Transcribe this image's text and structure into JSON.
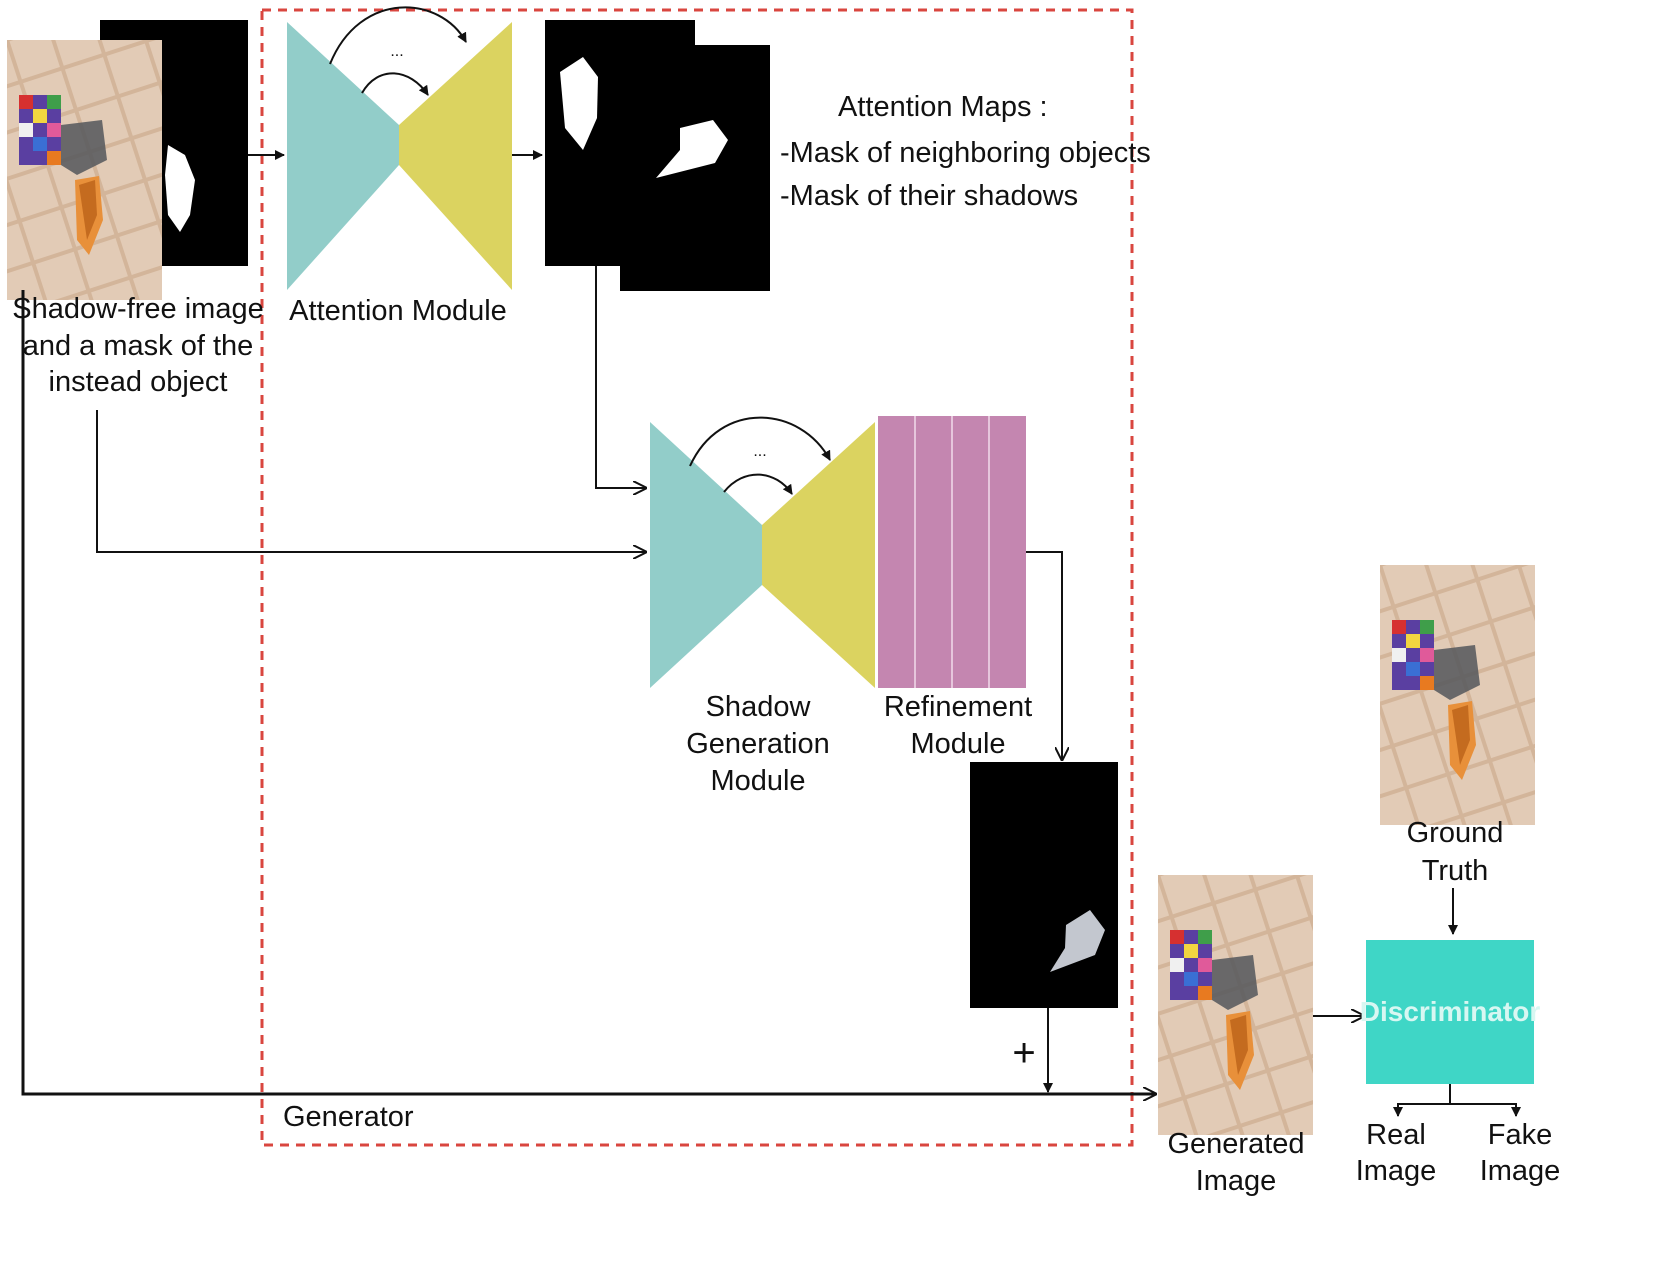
{
  "labels": {
    "input_line1": "Shadow-free image",
    "input_line2": "and a mask of the",
    "input_line3": "instead object",
    "attention_module": "Attention Module",
    "attention_maps_title": "Attention Maps :",
    "attention_maps_item1": "-Mask of neighboring objects",
    "attention_maps_item2": "-Mask of their shadows",
    "shadow_gen_line1": "Shadow",
    "shadow_gen_line2": "Generation",
    "shadow_gen_line3": "Module",
    "refinement_line1": "Refinement",
    "refinement_line2": "Module",
    "ground_truth_line1": "Ground",
    "ground_truth_line2": "Truth",
    "discriminator": "Discriminator",
    "generator": "Generator",
    "generated_line1": "Generated",
    "generated_line2": "Image",
    "real_line1": "Real",
    "real_line2": "Image",
    "fake_line1": "Fake",
    "fake_line2": "Image",
    "plus": "+",
    "skip_dots": "..."
  },
  "colors": {
    "encoder": "#92cdc9",
    "decoder": "#dbd360",
    "refinement": "#c486b0",
    "discriminator": "#3fd6c6",
    "generator_border": "#d9463f",
    "arrow": "#111111",
    "photo_floor": "#d3b59a",
    "shadow_mask_bg": "#000000"
  }
}
